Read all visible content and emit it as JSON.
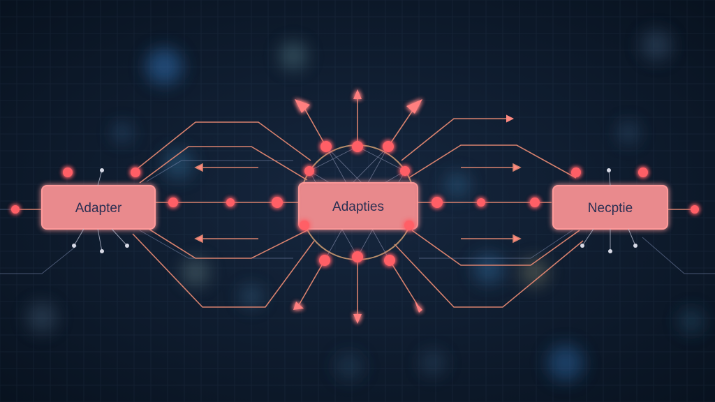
{
  "nodes": {
    "left": {
      "label": "Adapter"
    },
    "center": {
      "label": "Adapties"
    },
    "right": {
      "label": "Necptie"
    }
  },
  "colors": {
    "background": "#0d1a2c",
    "box_fill": "#e98a8d",
    "box_stroke": "#ff7f82",
    "node_dot": "#ff5f66",
    "edge": "#d9826e",
    "faint_edge": "#7c8bb0",
    "ring": "#c99970"
  },
  "icons": [
    "arrow-right-icon",
    "arrow-left-icon",
    "arrow-up-icon",
    "arrow-down-icon"
  ]
}
